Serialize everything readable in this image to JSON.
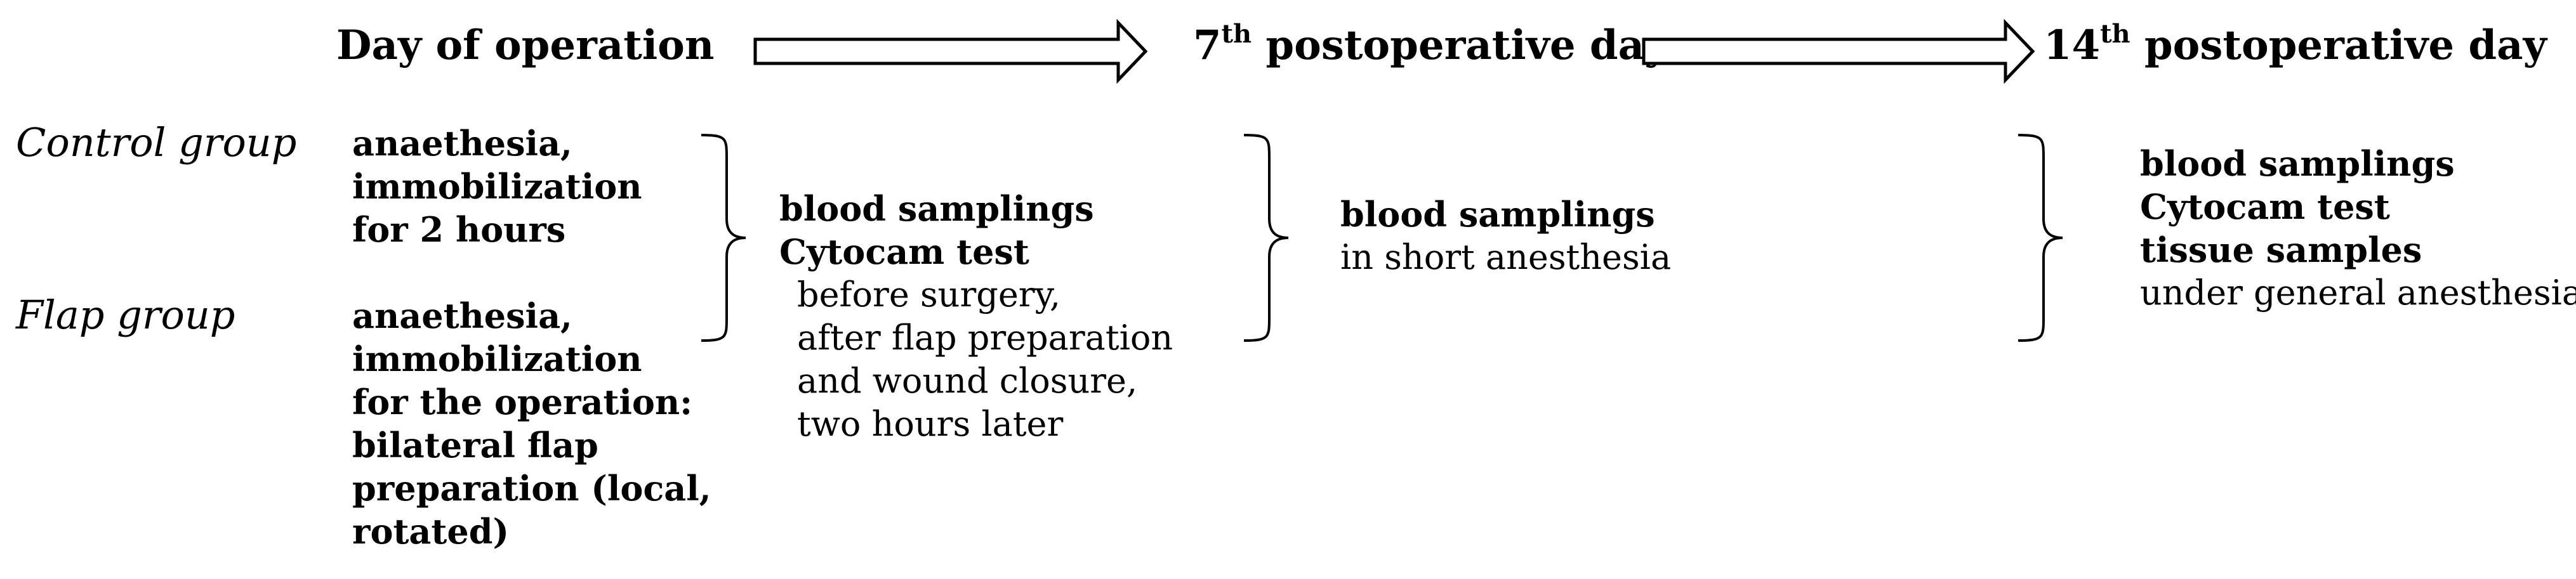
{
  "headers": {
    "day0": "Day of operation",
    "day7_num": "7",
    "day7_sup": "th",
    "day7_text": " postoperative day",
    "day14_num": "14",
    "day14_sup": "th",
    "day14_text": " postoperative day"
  },
  "groups": {
    "control": "Control group",
    "flap": "Flap group"
  },
  "control_steps": [
    "anaethesia,",
    "immobilization",
    "for 2 hours"
  ],
  "flap_steps": [
    "anaethesia,",
    "immobilization",
    "for the operation:",
    "bilateral flap",
    "preparation (local,",
    "rotated)"
  ],
  "day0_measure": {
    "bold": [
      "blood samplings",
      "Cytocam test"
    ],
    "times": [
      "before surgery,",
      "after flap preparation",
      "and wound closure,",
      "two hours later"
    ]
  },
  "day7_measure": {
    "bold": "blood samplings",
    "note": "in short anesthesia"
  },
  "day14_measure": {
    "bold": [
      "blood samplings",
      "Cytocam test",
      "tissue samples"
    ],
    "note": "under general anesthesia"
  }
}
